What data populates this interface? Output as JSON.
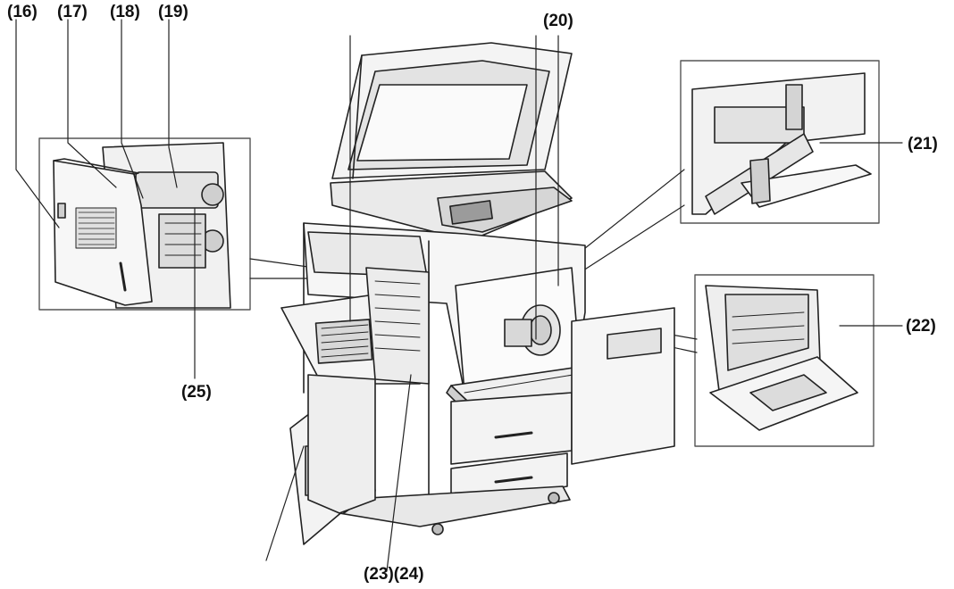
{
  "callouts": {
    "c16": "(16)",
    "c17": "(17)",
    "c18": "(18)",
    "c19": "(19)",
    "c20": "(20)",
    "c21": "(21)",
    "c22": "(22)",
    "c23_24": "(23)(24)",
    "c25": "(25)"
  },
  "colors": {
    "line": "#222222",
    "fill_light": "#f2f2f2",
    "fill_mid": "#d9d9d9",
    "fill_dark": "#7a7a7a"
  }
}
